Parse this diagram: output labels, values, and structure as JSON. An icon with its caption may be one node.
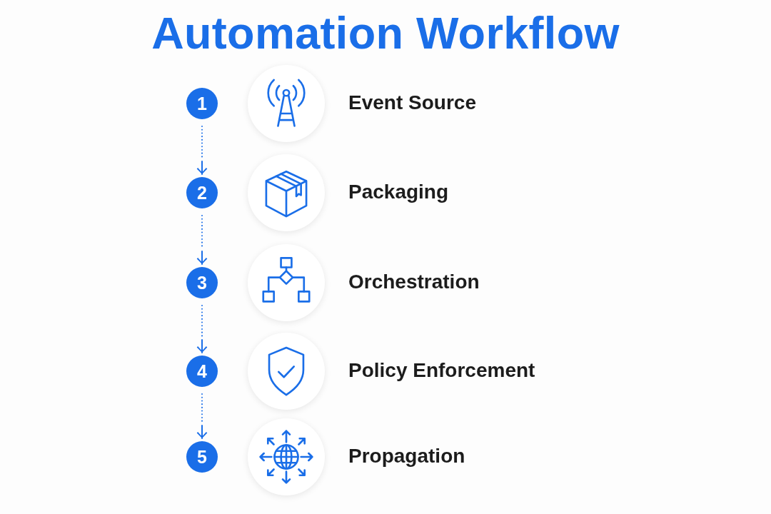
{
  "diagram": {
    "title": "Automation Workflow",
    "nodes": [
      {
        "text": [
          "1"
        ]
      },
      {
        "text": [],
        "shape": "circle",
        "beside": [
          "Event Source"
        ]
      },
      {
        "text": [
          "2"
        ]
      },
      {
        "text": [],
        "shape": "circle",
        "beside": [
          "Packaging"
        ]
      },
      {
        "text": [
          "3"
        ]
      },
      {
        "text": [],
        "shape": "circle",
        "beside": [
          "Orchestration"
        ]
      },
      {
        "text": [
          "4"
        ]
      },
      {
        "text": [],
        "shape": "circle",
        "beside": [
          "Policy Enforcement"
        ]
      },
      {
        "text": [
          "5"
        ]
      },
      {
        "text": [],
        "shape": "circle",
        "beside": [
          "Propagation"
        ]
      }
    ],
    "edges": [
      {
        "from": 0,
        "to": 2,
        "arrow": "to",
        "style": "dashed"
      },
      {
        "from": 2,
        "to": 4,
        "arrow": "to",
        "style": "dashed"
      },
      {
        "from": 4,
        "to": 6,
        "arrow": "to",
        "style": "dashed"
      },
      {
        "from": 6,
        "to": 8,
        "arrow": "to",
        "style": "dashed"
      }
    ]
  }
}
